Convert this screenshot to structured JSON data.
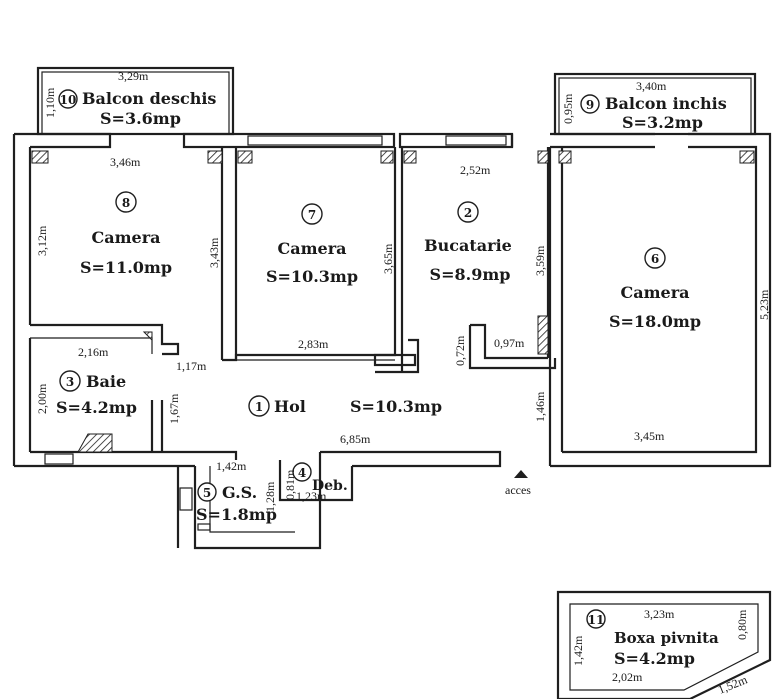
{
  "rooms": {
    "r1": {
      "num": "1",
      "name": "Hol",
      "area": "S=10.3mp"
    },
    "r2": {
      "num": "2",
      "name": "Bucatarie",
      "area": "S=8.9mp"
    },
    "r3": {
      "num": "3",
      "name": "Baie",
      "area": "S=4.2mp"
    },
    "r4": {
      "num": "4",
      "name": "Deb.",
      "area": ""
    },
    "r5": {
      "num": "5",
      "name": "G.S.",
      "area": "S=1.8mp"
    },
    "r6": {
      "num": "6",
      "name": "Camera",
      "area": "S=18.0mp"
    },
    "r7": {
      "num": "7",
      "name": "Camera",
      "area": "S=10.3mp"
    },
    "r8": {
      "num": "8",
      "name": "Camera",
      "area": "S=11.0mp"
    },
    "r9": {
      "num": "9",
      "name": "Balcon  inchis",
      "area": "S=3.2mp"
    },
    "r10": {
      "num": "10",
      "name": "Balcon  deschis",
      "area": "S=3.6mp"
    },
    "r11": {
      "num": "11",
      "name": "Boxa pivnita",
      "area": "S=4.2mp"
    }
  },
  "dims": {
    "d_3_29": "3,29m",
    "d_1_10": "1,10m",
    "d_3_40": "3,40m",
    "d_0_95": "0,95m",
    "d_3_46": "3,46m",
    "d_3_12": "3,12m",
    "d_3_43": "3,43m",
    "d_3_65": "3,65m",
    "d_2_52": "2,52m",
    "d_3_59": "3,59m",
    "d_5_23": "5,23m",
    "d_2_83": "2,83m",
    "d_0_72": "0,72m",
    "d_0_97": "0,97m",
    "d_2_16": "2,16m",
    "d_1_17": "1,17m",
    "d_2_00": "2,00m",
    "d_1_67": "1,67m",
    "d_1_46": "1,46m",
    "d_3_45": "3,45m",
    "d_6_85": "6,85m",
    "d_1_42": "1,42m",
    "d_1_28": "1,28m",
    "d_0_81": "0,81m",
    "d_1_23": "1,23m",
    "d_3_23": "3,23m",
    "d_1_42b": "1,42m",
    "d_0_80": "0,80m",
    "d_2_02": "2,02m",
    "d_1_52": "1,52m"
  },
  "entrance_label": "acces"
}
